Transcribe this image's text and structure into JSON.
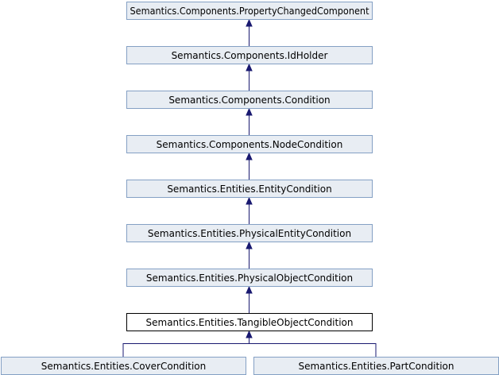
{
  "diagram": {
    "type": "class-inheritance",
    "colors": {
      "node_fill": "#e8edf3",
      "node_border": "#84a0c4",
      "current_fill": "#ffffff",
      "current_border": "#000000",
      "edge": "#191970"
    },
    "nodes": [
      {
        "id": "n0",
        "label": "Semantics.Components.PropertyChangedComponent"
      },
      {
        "id": "n1",
        "label": "Semantics.Components.IdHolder"
      },
      {
        "id": "n2",
        "label": "Semantics.Components.Condition"
      },
      {
        "id": "n3",
        "label": "Semantics.Components.NodeCondition"
      },
      {
        "id": "n4",
        "label": "Semantics.Entities.EntityCondition"
      },
      {
        "id": "n5",
        "label": "Semantics.Entities.PhysicalEntityCondition"
      },
      {
        "id": "n6",
        "label": "Semantics.Entities.PhysicalObjectCondition"
      },
      {
        "id": "n7",
        "label": "Semantics.Entities.TangibleObjectCondition",
        "current": true
      },
      {
        "id": "n8",
        "label": "Semantics.Entities.CoverCondition"
      },
      {
        "id": "n9",
        "label": "Semantics.Entities.PartCondition"
      }
    ],
    "edges": [
      {
        "from": "n1",
        "to": "n0"
      },
      {
        "from": "n2",
        "to": "n1"
      },
      {
        "from": "n3",
        "to": "n2"
      },
      {
        "from": "n4",
        "to": "n3"
      },
      {
        "from": "n5",
        "to": "n4"
      },
      {
        "from": "n6",
        "to": "n5"
      },
      {
        "from": "n7",
        "to": "n6"
      },
      {
        "from": "n8",
        "to": "n7"
      },
      {
        "from": "n9",
        "to": "n7"
      }
    ]
  }
}
